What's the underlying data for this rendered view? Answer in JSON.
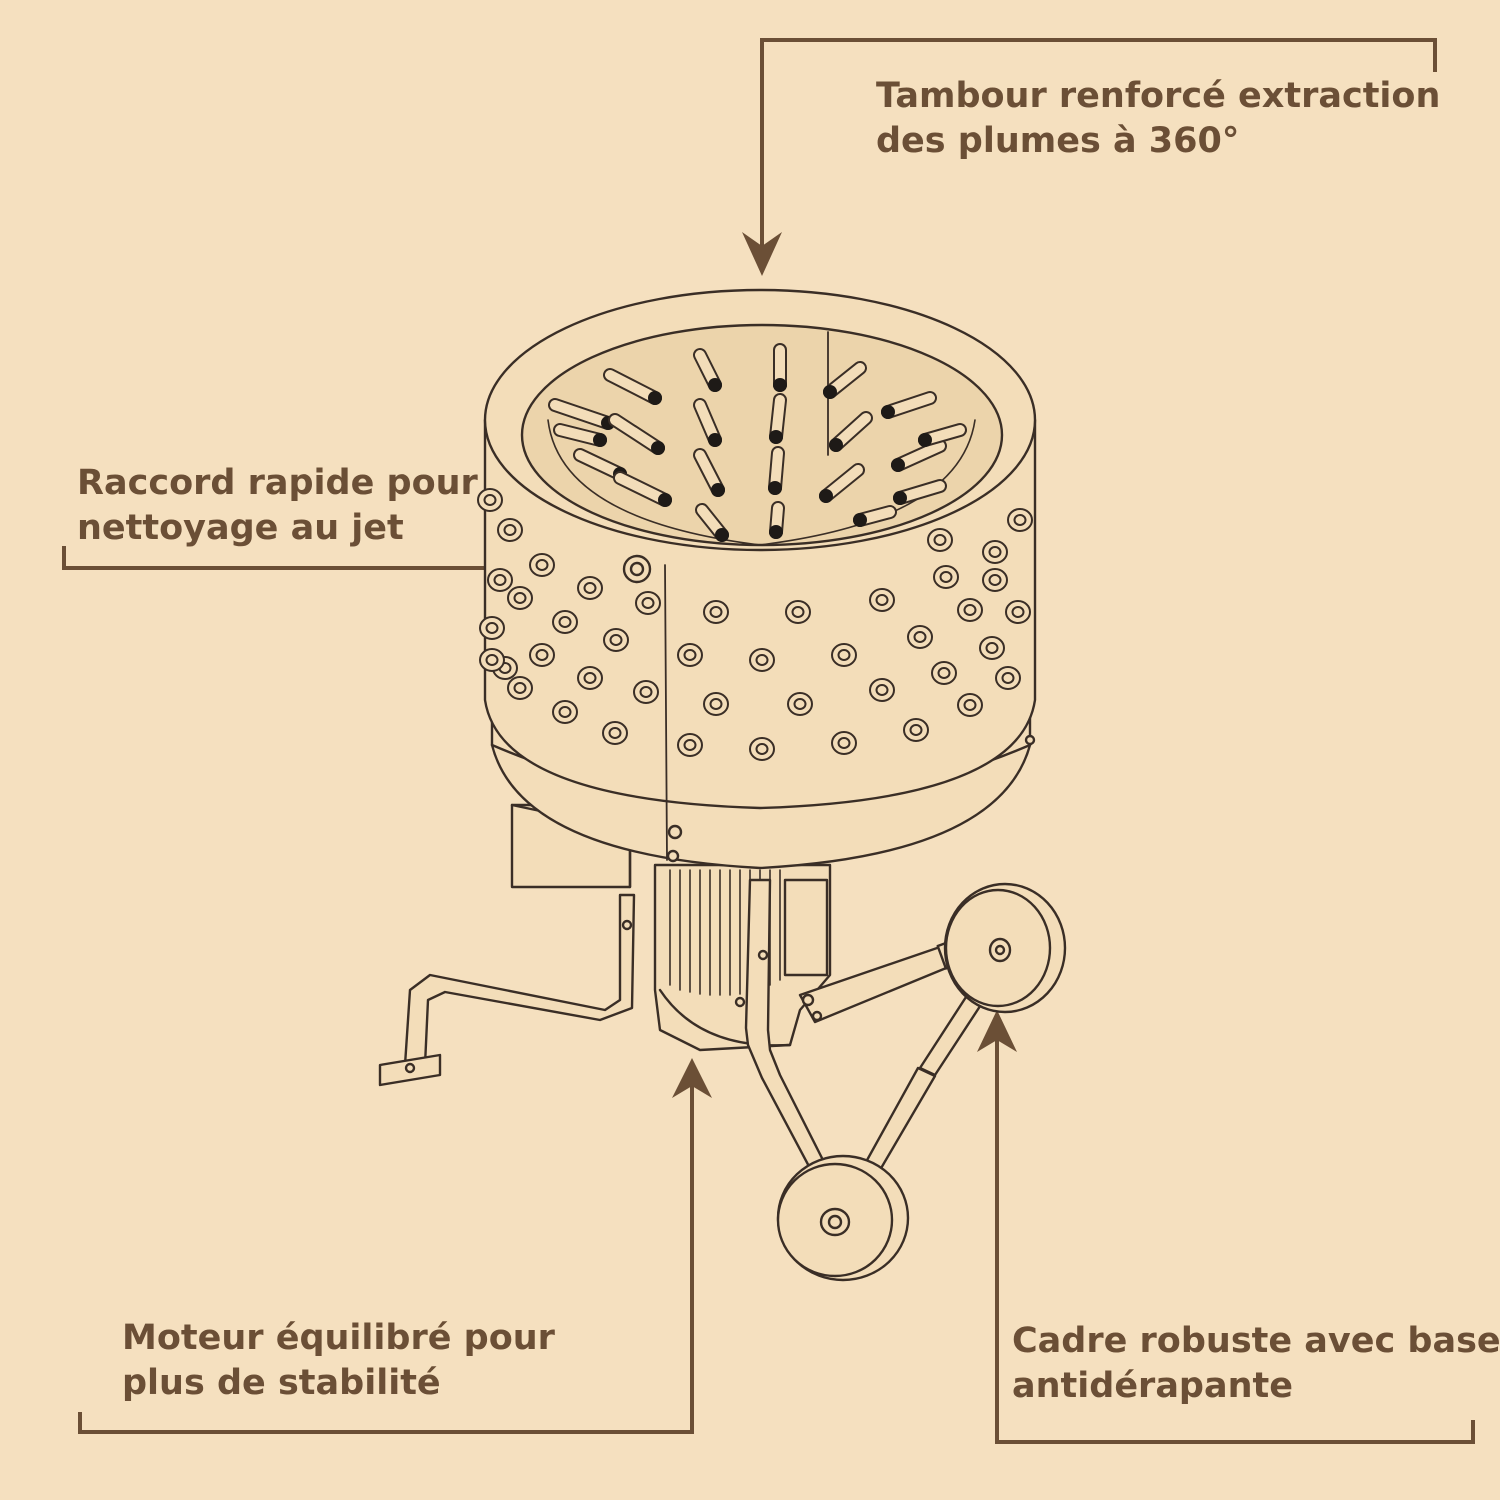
{
  "colors": {
    "background": "#f5e0bf",
    "label_text": "#6b4f36",
    "callout_line": "#6b4f36",
    "drawing_line": "#3a2e26",
    "machine_fill": "#f3ddb9",
    "finger_tip": "#1e1a17"
  },
  "callouts": {
    "drum": {
      "line1": "Tambour renforcé extraction",
      "line2": "des plumes à 360°"
    },
    "connector": {
      "line1": "Raccord rapide pour",
      "line2": "nettoyage au jet"
    },
    "motor": {
      "line1": "Moteur équilibré pour",
      "line2": "plus de stabilité"
    },
    "frame": {
      "line1": "Cadre robuste avec base",
      "line2": "antidérapante"
    }
  }
}
